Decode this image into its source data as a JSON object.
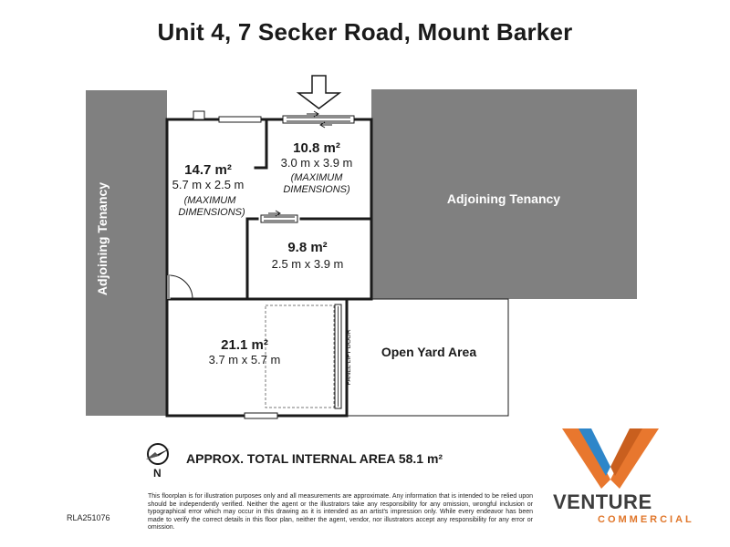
{
  "title": "Unit 4, 7 Secker Road, Mount Barker",
  "rooms": [
    {
      "area": "14.7 m²",
      "dims": "5.7 m x 2.5 m",
      "note_line1": "(MAXIMUM",
      "note_line2": "DIMENSIONS)"
    },
    {
      "area": "10.8 m²",
      "dims": "3.0 m x 3.9 m",
      "note_line1": "(MAXIMUM",
      "note_line2": "DIMENSIONS)"
    },
    {
      "area": "9.8 m²",
      "dims": "2.5 m x 3.9 m"
    },
    {
      "area": "21.1 m²",
      "dims": "3.7 m x 5.7 m"
    }
  ],
  "labels": {
    "adjoining_left": "Adjoining Tenancy",
    "adjoining_right": "Adjoining Tenancy",
    "open_yard": "Open Yard Area",
    "panel_lift_door": "PANEL LIFT DOOR"
  },
  "total_area": "APPROX. TOTAL INTERNAL AREA  58.1 m²",
  "compass_label": "N",
  "disclaimer": "This floorplan is for illustration purposes only and all measurements are approximate. Any information that is intended to be relied upon should be independently verified. Neither the agent or the illustrators take any responsibility for any omission, wrongful inclusion or typographical error which may occur in this drawing as it is intended as an artist's impression only. While every endeavor has been made to verify the correct details in this floor plan, neither the agent, vendor, nor illustrators accept any responsibility for any error or omission.",
  "reference": "RLA251076",
  "logo": {
    "word": "VENTURE",
    "sub": "COMMERCIAL",
    "colors": {
      "orange": "#e8772e",
      "blue": "#2e86c9",
      "grey": "#3d3d3d"
    }
  },
  "colors": {
    "tenancy_fill": "#808080",
    "wall": "#1a1a1a"
  }
}
